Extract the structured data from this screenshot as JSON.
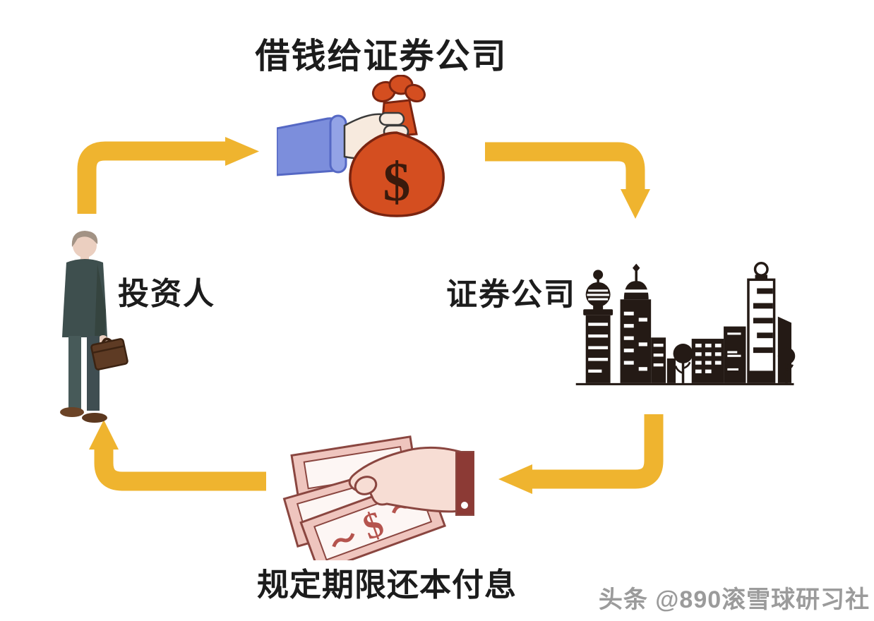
{
  "diagram": {
    "title_top": "借钱给证券公司",
    "label_left": "投资人",
    "label_right": "证券公司",
    "label_bottom": "规定期限还本付息",
    "currency_symbol": "$",
    "watermark": "头条 @890滚雪球研习社",
    "arrows": [
      {
        "id": "top-left",
        "direction": "right"
      },
      {
        "id": "top-right",
        "direction": "down"
      },
      {
        "id": "bottom-right",
        "direction": "left"
      },
      {
        "id": "bottom-left",
        "direction": "up"
      }
    ],
    "colors": {
      "background": "#ffffff",
      "text": "#1c1c1c",
      "arrow_yellow": "#efb42f",
      "money_bag_red": "#d44e20",
      "sleeve_blue": "#7c8edc",
      "skyline_black": "#241a15",
      "bill_pink": "#efc5be",
      "hand_pink": "#f7ddd4",
      "cuff_dark_red": "#8c3a35",
      "watermark_gray": "#9b9b9b"
    }
  }
}
